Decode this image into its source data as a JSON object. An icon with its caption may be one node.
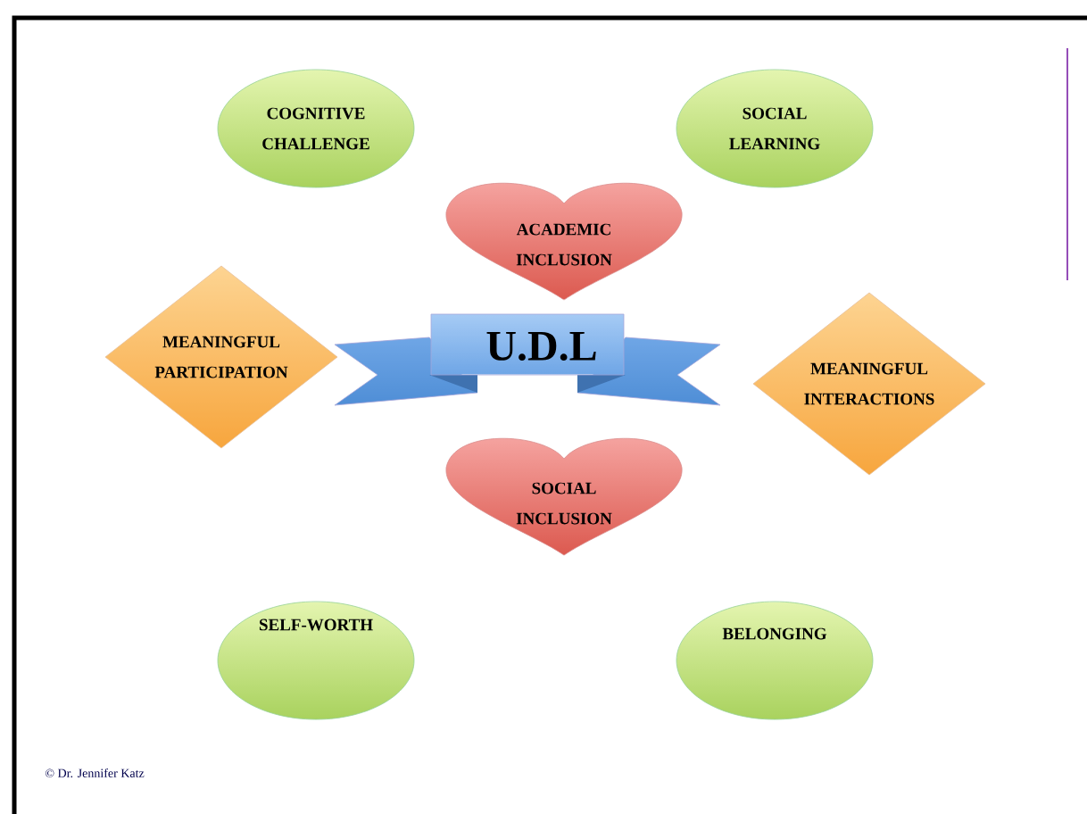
{
  "diagram": {
    "nodes": [
      {
        "text": [
          "COGNITIVE CHALLENGE"
        ]
      },
      {
        "text": [
          "SOCIAL LEARNING"
        ]
      },
      {
        "text": [
          "ACADEMIC INCLUSION"
        ]
      },
      {
        "text": [
          "MEANINGFUL PARTICIPATION"
        ]
      },
      {
        "text": [
          "U.D.L"
        ]
      },
      {
        "text": [
          "MEANINGFUL INTERACTIONS"
        ]
      },
      {
        "text": [
          "SOCIAL INCLUSION"
        ]
      },
      {
        "text": [
          "SELF-WORTH"
        ]
      },
      {
        "text": [
          "BELONGING"
        ]
      }
    ],
    "labels": [
      "© Dr. Jennifer Katz"
    ]
  }
}
